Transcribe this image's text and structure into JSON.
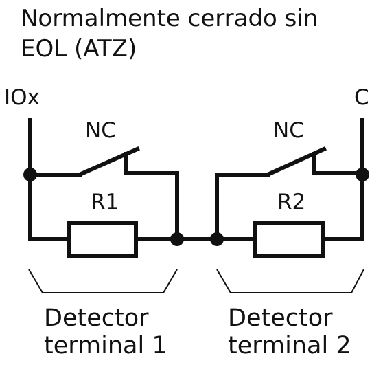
{
  "title": {
    "line1": "Normalmente cerrado sin",
    "line2": "EOL (ATZ)"
  },
  "terminals": {
    "left": "IOx",
    "right": "C"
  },
  "contacts": {
    "left": "NC",
    "right": "NC"
  },
  "resistors": {
    "left": "R1",
    "right": "R2"
  },
  "detectors": {
    "left": {
      "line1": "Detector",
      "line2": "terminal 1"
    },
    "right": {
      "line1": "Detector",
      "line2": "terminal 2"
    }
  }
}
